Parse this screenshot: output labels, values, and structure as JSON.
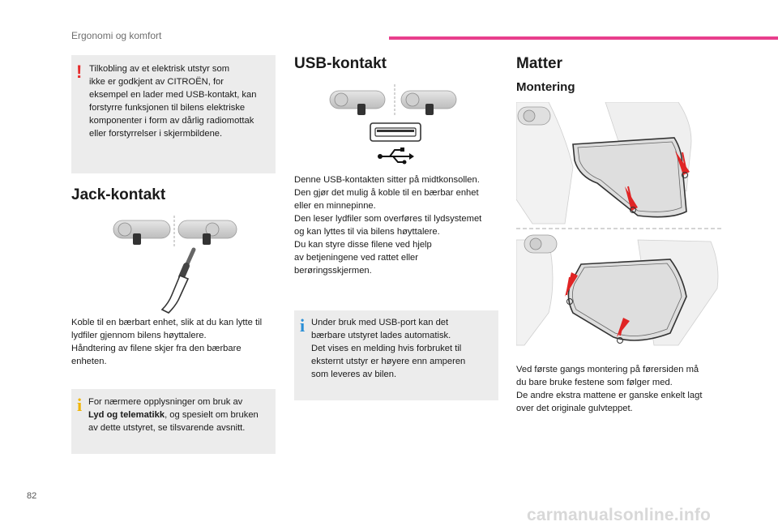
{
  "header": {
    "section": "Ergonomi og komfort",
    "accent": "#e83f8c"
  },
  "page_number": "82",
  "watermark": "carmanualsonline.info",
  "warning_box": {
    "lines": [
      "Tilkobling av et elektrisk utstyr som",
      "ikke er godkjent av CITROËN, for",
      "eksempel en lader med USB-kontakt, kan",
      "forstyrre funksjonen til bilens elektriske",
      "komponenter i form av dårlig radiomottak",
      "eller forstyrrelser i skjermbildene."
    ]
  },
  "jack": {
    "title": "Jack-kontakt",
    "text_lines": [
      "Koble til en bærbart enhet, slik at du kan lytte til",
      "lydfiler gjennom bilens høyttalere.",
      "Håndtering av filene skjer fra den bærbare",
      "enheten."
    ],
    "info_box": {
      "line1": "For nærmere opplysninger om bruk av",
      "bold": "Lyd og telematikk",
      "line2_rest": ", og spesielt om bruken",
      "line3": "av dette utstyret, se tilsvarende avsnitt."
    }
  },
  "usb": {
    "title": "USB-kontakt",
    "text_lines": [
      "Denne USB-kontakten sitter på midtkonsollen.",
      "Den gjør det mulig å koble til en bærbar enhet",
      "eller en minnepinne.",
      "Den leser lydfiler som overføres til lydsystemet",
      "og kan lyttes til via bilens høyttalere.",
      "Du kan styre disse filene ved hjelp",
      "av betjeningene ved rattet eller",
      "berøringsskjermen."
    ],
    "info_box": {
      "lines": [
        "Under bruk med USB-port kan det",
        "bærbare utstyret lades automatisk.",
        "Det vises en melding hvis forbruket til",
        "eksternt utstyr er høyere enn amperen",
        "som leveres av bilen."
      ]
    }
  },
  "mats": {
    "title": "Matter",
    "subtitle": "Montering",
    "text_lines": [
      "Ved første gangs montering på førersiden må",
      "du bare bruke festene som følger med.",
      "De andre ekstra mattene er ganske enkelt lagt",
      "over det originale gulvteppet."
    ]
  },
  "colors": {
    "box_bg": "#ececec",
    "warning": "#e62a2a",
    "info": "#2a8fd6",
    "arrow": "#e02424"
  }
}
